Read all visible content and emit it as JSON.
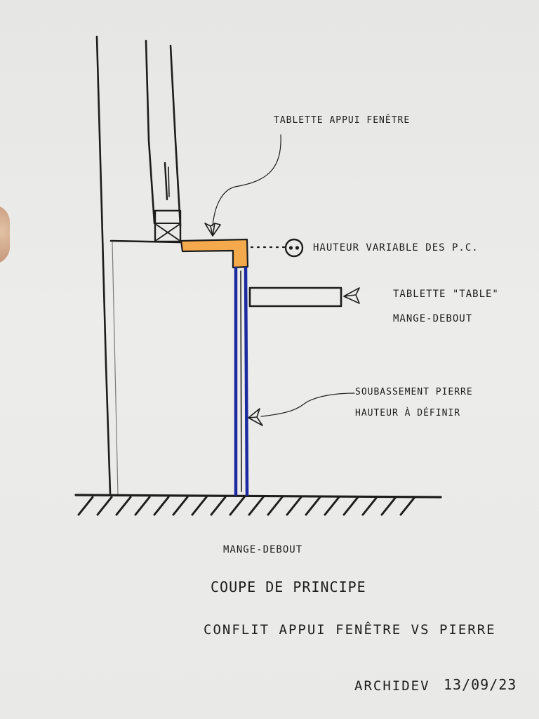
{
  "labels": {
    "tablette_appui": "TABLETTE APPUI FENÊTRE",
    "hauteur_variable": "HAUTEUR VARIABLE DES P.C.",
    "tablette_table_line1": "TABLETTE \"TABLE\"",
    "tablette_table_line2": "MANGE-DEBOUT",
    "soubassement_line1": "SOUBASSEMENT PIERRE",
    "soubassement_line2": "HAUTEUR À DÉFINIR",
    "caption_name": "MANGE-DEBOUT",
    "caption_title": "COUPE DE PRINCIPE",
    "caption_subtitle": "CONFLIT APPUI FENÊTRE VS PIERRE",
    "signature": "ARCHIDEV",
    "date": "13/09/23"
  },
  "colors": {
    "ink": "#1d1d1d",
    "window_sill": "#f4a94c",
    "stone_base": "#1c2aa0",
    "paper": "#ececea"
  },
  "icons": {
    "dimension_marker": "circle-dot-icon",
    "arrow": "hollow-arrow-icon"
  }
}
